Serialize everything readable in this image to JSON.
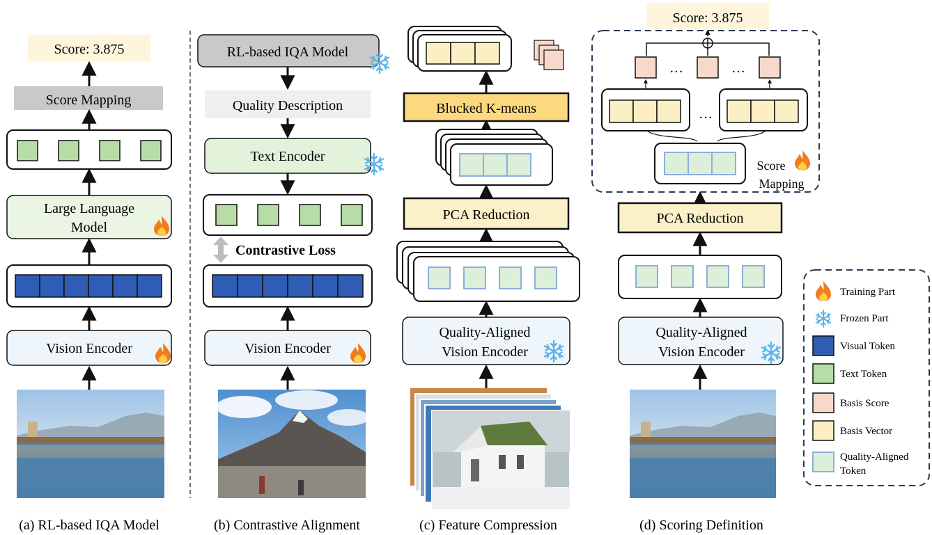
{
  "panel_a": {
    "score": "Score: 3.875",
    "mapping": "Score Mapping",
    "llm_line1": "Large Language",
    "llm_line2": "Model",
    "encoder": "Vision Encoder",
    "caption": "(a) RL-based IQA Model"
  },
  "panel_b": {
    "model": "RL-based IQA Model",
    "description": "Quality Description",
    "text_encoder": "Text Encoder",
    "loss": "Contrastive Loss",
    "encoder": "Vision Encoder",
    "caption": "(b) Contrastive Alignment"
  },
  "panel_c": {
    "kmeans": "Blucked K-means",
    "pca": "PCA Reduction",
    "encoder_line1": "Quality-Aligned",
    "encoder_line2": "Vision Encoder",
    "caption": "(c) Feature Compression"
  },
  "panel_d": {
    "score": "Score: 3.875",
    "ellipsis": "…",
    "mapping_line1": "Score",
    "mapping_line2": "Mapping",
    "pca": "PCA Reduction",
    "encoder_line1": "Quality-Aligned",
    "encoder_line2": "Vision Encoder",
    "caption": "(d) Scoring Definition"
  },
  "legend": [
    {
      "label": "Training Part",
      "icon": "flame-icon"
    },
    {
      "label": "Frozen Part",
      "icon": "snowflake-icon"
    },
    {
      "label": "Visual Token",
      "color": "#2f5cb4"
    },
    {
      "label": "Text Token",
      "color": "#b7dca6"
    },
    {
      "label": "Basis Score",
      "color": "#f7d9cc"
    },
    {
      "label": "Basis Vector",
      "color": "#fcefc4"
    },
    {
      "label": "Quality-Aligned",
      "label2": "Token",
      "color": "#dcefd8"
    }
  ],
  "colors": {
    "score_bg": "#fdf6dc",
    "mapping_bg": "#c9c9c9",
    "green_box": "#eaf5e4",
    "blue_box": "#eef6fc",
    "yellow_box": "#fbf1c8",
    "kmeans_box": "#fcd97f",
    "token_border": "#8eaede"
  }
}
